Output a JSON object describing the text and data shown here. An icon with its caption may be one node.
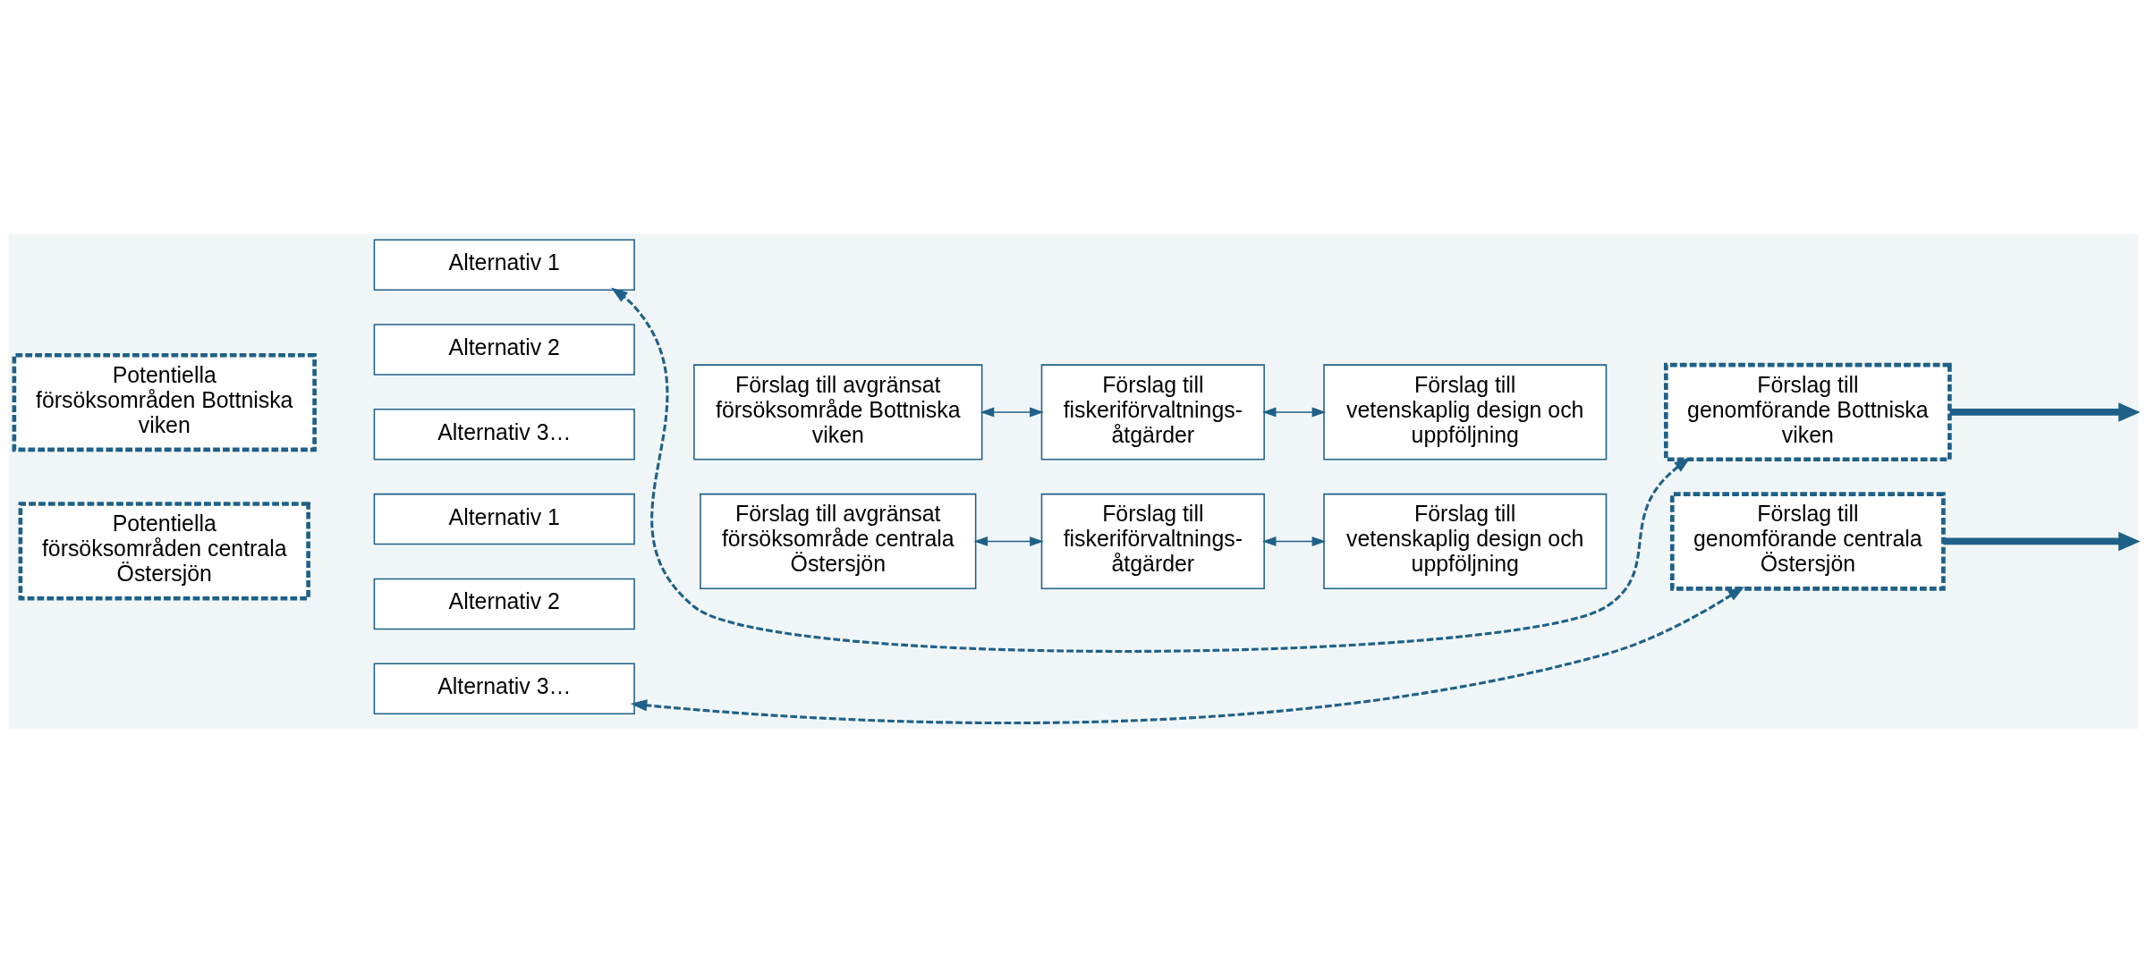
{
  "diagram": {
    "nodes": [
      {
        "text": [
          "Potentiella försöksområden Bottniska viken"
        ]
      },
      {
        "text": [
          "Alternativ 1"
        ]
      },
      {
        "text": [
          "Alternativ 2"
        ]
      },
      {
        "text": [
          "Alternativ 3…"
        ]
      },
      {
        "text": [
          "Förslag till avgränsat försöksområde Bottniska viken"
        ]
      },
      {
        "text": [
          "Förslag till fiskeriförvaltnings- åtgärder"
        ]
      },
      {
        "text": [
          "Förslag till vetenskaplig design och uppföljning"
        ]
      },
      {
        "text": [
          "Förslag till genomförande Bottniska viken"
        ]
      },
      {
        "text": [
          "Potentiella försöksområden centrala Östersjön"
        ]
      },
      {
        "text": [
          "Alternativ 1"
        ]
      },
      {
        "text": [
          "Alternativ 2"
        ]
      },
      {
        "text": [
          "Alternativ 3…"
        ]
      },
      {
        "text": [
          "Förslag till avgränsat försöksområde centrala Östersjön"
        ]
      },
      {
        "text": [
          "Förslag till fiskeriförvaltnings- åtgärder"
        ]
      },
      {
        "text": [
          "Förslag till vetenskaplig design och uppföljning"
        ]
      },
      {
        "text": [
          "Förslag till genomförande centrala Östersjön"
        ]
      }
    ],
    "edges": [
      {
        "from": 7,
        "to": 1,
        "arrow": "both",
        "style": "dashed"
      },
      {
        "from": 4,
        "to": 5,
        "arrow": "both"
      },
      {
        "from": 5,
        "to": 6,
        "arrow": "both"
      },
      {
        "from": 7,
        "to": null,
        "arrow": "to",
        "style": "thick"
      },
      {
        "from": 15,
        "to": 11,
        "arrow": "both",
        "style": "dashed"
      },
      {
        "from": 12,
        "to": 13,
        "arrow": "both"
      },
      {
        "from": 13,
        "to": 14,
        "arrow": "both"
      },
      {
        "from": 15,
        "to": null,
        "arrow": "to",
        "style": "thick"
      }
    ]
  }
}
